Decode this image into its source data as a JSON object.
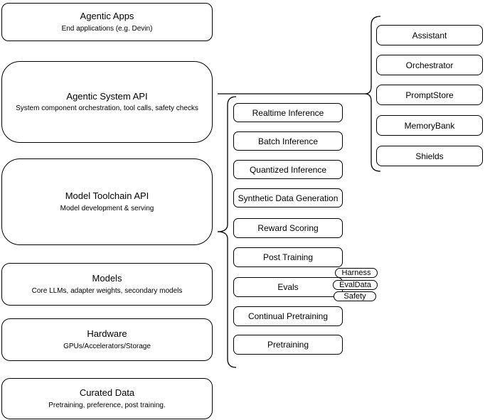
{
  "colors": {
    "stroke": "#000000",
    "fill": "#ffffff",
    "canvas": "#ffffff"
  },
  "left": [
    {
      "title": "Agentic Apps",
      "subtitle": "End applications (e.g. Devin)"
    },
    {
      "title": "Agentic System API",
      "subtitle": "System component orchestration, tool calls, safety checks"
    },
    {
      "title": "Model Toolchain API",
      "subtitle": "Model development & serving"
    },
    {
      "title": "Models",
      "subtitle": "Core LLMs, adapter weights, secondary models"
    },
    {
      "title": "Hardware",
      "subtitle": "GPUs/Accelerators/Storage"
    },
    {
      "title": "Curated Data",
      "subtitle": "Pretraining, preference, post training."
    }
  ],
  "middle": [
    "Realtime Inference",
    "Batch Inference",
    "Quantized Inference",
    "Synthetic Data Generation",
    "Reward Scoring",
    "Post Training",
    "Evals",
    "Continual Pretraining",
    "Pretraining"
  ],
  "tags": [
    "Harness",
    "EvalData",
    "Safety"
  ],
  "right": [
    "Assistant",
    "Orchestrator",
    "PromptStore",
    "MemoryBank",
    "Shields"
  ]
}
